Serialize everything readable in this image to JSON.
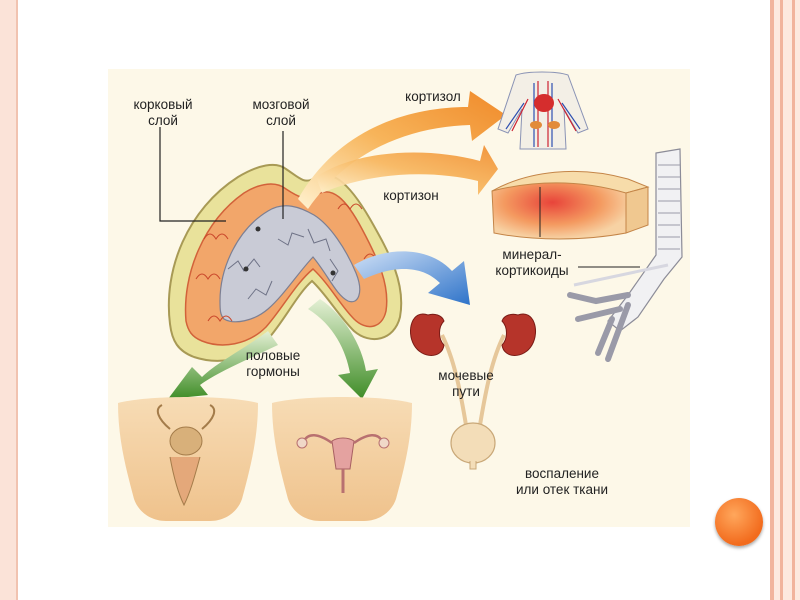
{
  "diagram": {
    "labels": {
      "cortex": "корковый\nслой",
      "medulla": "мозговой\nслой",
      "cortisol": "кортизол",
      "cortisone": "кортизон",
      "mineralocorticoids": "минерал-\nкортикоиды",
      "sex_hormones": "половые\nгормоны",
      "urinary_tract": "мочевые\nпути",
      "inflammation": "воспаление\nили отек ткани"
    }
  },
  "colors": {
    "background": "#fdf8e8",
    "arrow_orange": "#f5a23a",
    "arrow_blue": "#2e73c9",
    "arrow_green": "#5aa13a",
    "accent_dot": "#f26b1d"
  }
}
